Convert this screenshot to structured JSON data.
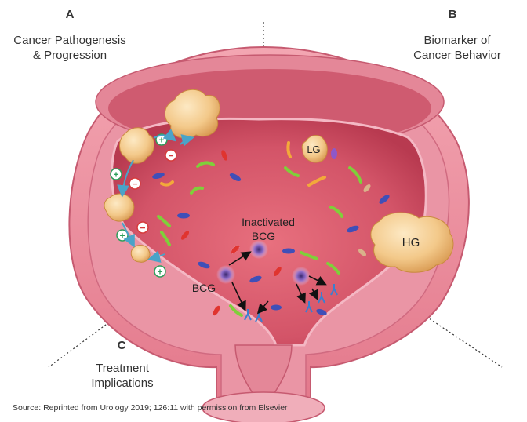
{
  "panels": {
    "a": {
      "letter": "A",
      "line1": "Cancer Pathogenesis",
      "line2": "& Progression"
    },
    "b": {
      "letter": "B",
      "line1": "Biomarker of",
      "line2": "Cancer Behavior"
    },
    "c": {
      "letter": "C",
      "line1": "Treatment",
      "line2": "Implications"
    }
  },
  "labels": {
    "lg": "LG",
    "hg": "HG",
    "inactivated_1": "Inactivated",
    "inactivated_2": "BCG",
    "bcg": "BCG",
    "plus": "+",
    "minus": "−"
  },
  "source": "Source: Reprinted from Urology 2019; 126:11 with permission from Elsevier",
  "colors": {
    "bladder_outer": "#e07a8e",
    "bladder_lumen": "#c84a5e",
    "tumor": "#f2c27a",
    "arrow_blue": "#4aa3c8",
    "plus_green": "#2e9e5b",
    "minus_red": "#d63b3b"
  }
}
